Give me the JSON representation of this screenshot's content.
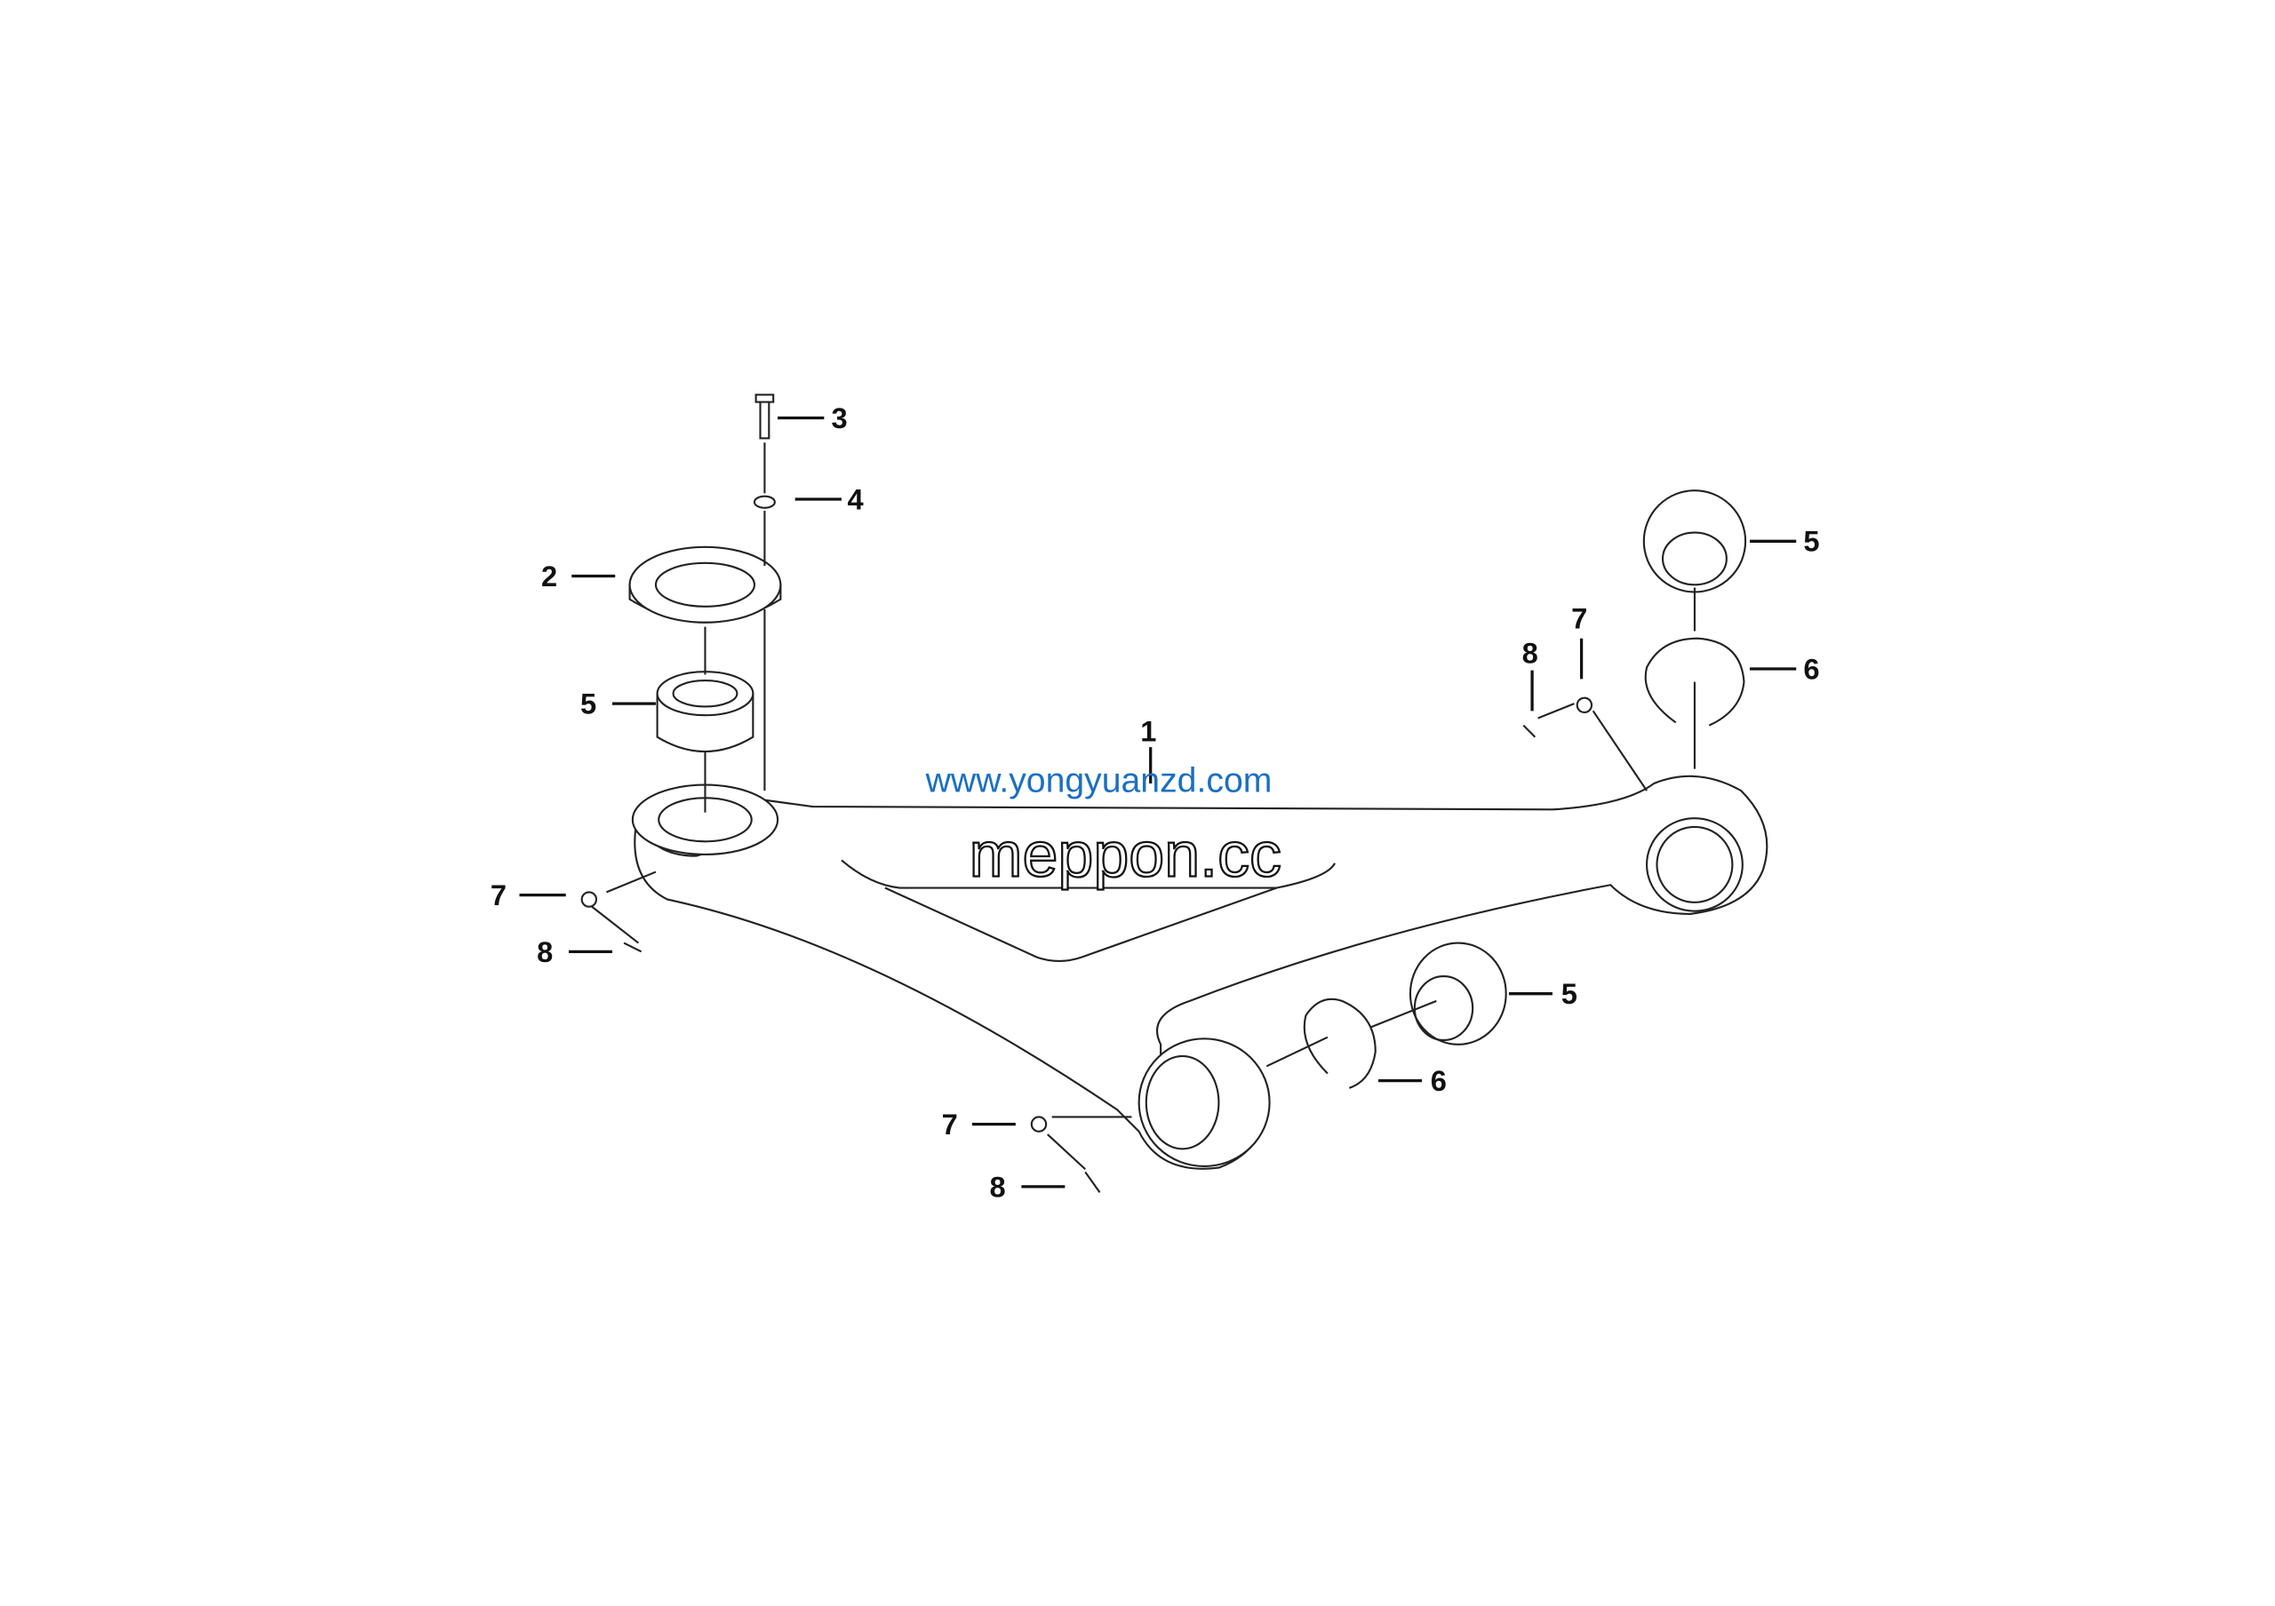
{
  "watermarks": {
    "primary": "www.yongyuanzd.com",
    "secondary": "meppon.cc",
    "primary_color": "#1a6fc4"
  },
  "callouts": [
    "1",
    "2",
    "3",
    "4",
    "5",
    "5",
    "5",
    "6",
    "6",
    "7",
    "7",
    "7",
    "8",
    "8",
    "8"
  ]
}
